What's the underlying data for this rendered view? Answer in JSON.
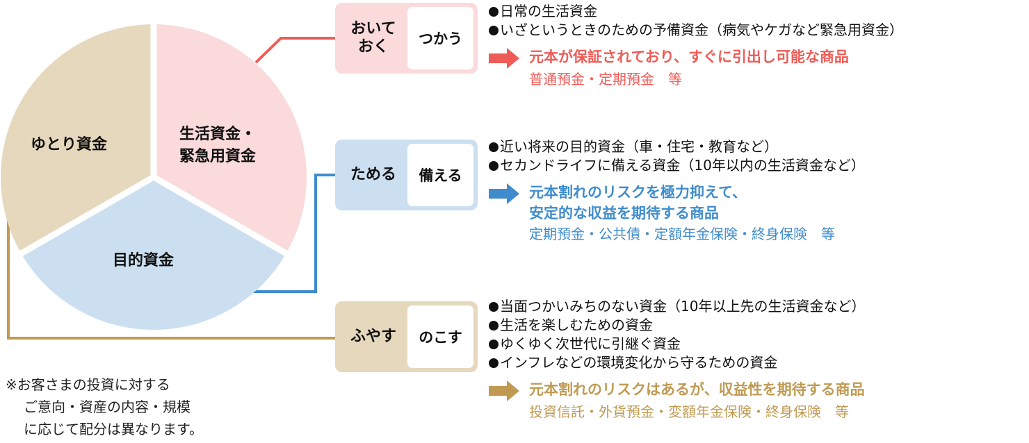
{
  "colors": {
    "pink_fill": "#fbdadb",
    "blue_fill": "#cbdff0",
    "beige_fill": "#e6d8bd",
    "red_accent": "#ef5b56",
    "blue_accent": "#3f8ccc",
    "gold_accent": "#c09a52"
  },
  "pie": {
    "slices": [
      {
        "key": "living",
        "label_lines": [
          "生活資金・",
          "緊急用資金"
        ],
        "share": 0.3333,
        "color": "#fbdadb"
      },
      {
        "key": "purpose",
        "label_lines": [
          "目的資金"
        ],
        "share": 0.3333,
        "color": "#cbdff0"
      },
      {
        "key": "surplus",
        "label_lines": [
          "ゆとり資金"
        ],
        "share": 0.3333,
        "color": "#e6d8bd"
      }
    ]
  },
  "groups": [
    {
      "key": "red",
      "tag_left_lines": [
        "おいて",
        "おく"
      ],
      "tag_right": "つかう",
      "bullets": [
        "日常の生活資金",
        "いざというときのための予備資金（病気やケガなど緊急用資金）"
      ],
      "headline_lines": [
        "元本が保証されており、すぐに引出し可能な商品"
      ],
      "products": "普通預金・定期預金　等",
      "color": "#ef5b56"
    },
    {
      "key": "blue",
      "tag_left_lines": [
        "ためる"
      ],
      "tag_right": "備える",
      "bullets": [
        "近い将来の目的資金（車・住宅・教育など）",
        "セカンドライフに備える資金（10年以内の生活資金など）"
      ],
      "headline_lines": [
        "元本割れのリスクを極力抑えて、",
        "安定的な収益を期待する商品"
      ],
      "products": "定期預金・公共債・定額年金保険・終身保険　等",
      "color": "#3f8ccc"
    },
    {
      "key": "gold",
      "tag_left_lines": [
        "ふやす"
      ],
      "tag_right": "のこす",
      "bullets": [
        "当面つかいみちのない資金（10年以上先の生活資金など）",
        "生活を楽しむための資金",
        "ゆくゆく次世代に引継ぐ資金",
        "インフレなどの環境変化から守るための資金"
      ],
      "headline_lines": [
        "元本割れのリスクはあるが、収益性を期待する商品"
      ],
      "products": "投資信託・外貨預金・変額年金保険・終身保険　等",
      "color": "#c09a52"
    }
  ],
  "note": {
    "lines": [
      "※お客さまの投資に対する",
      "ご意向・資産の内容・規模",
      "に応じて配分は異なります。"
    ]
  }
}
